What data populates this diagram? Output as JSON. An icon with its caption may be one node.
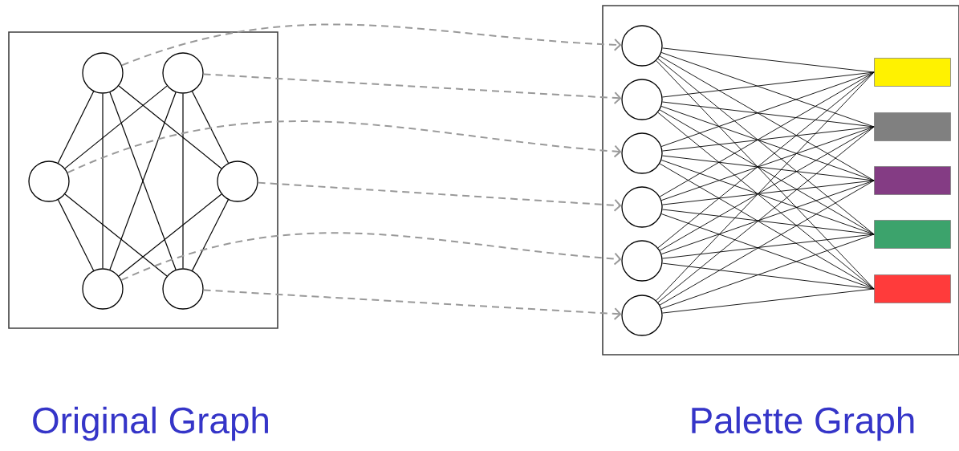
{
  "diagram": {
    "nodes": [
      {
        "text": [
          "Original Graph"
        ]
      },
      {
        "text": [],
        "shape": "circle",
        "in": 0
      },
      {
        "text": [],
        "shape": "circle",
        "in": 0
      },
      {
        "text": [],
        "shape": "circle",
        "in": 0
      },
      {
        "text": [],
        "shape": "circle",
        "in": 0
      },
      {
        "text": [],
        "shape": "circle",
        "in": 0
      },
      {
        "text": [],
        "shape": "circle",
        "in": 0
      },
      {
        "text": [
          "Palette Graph"
        ]
      },
      {
        "text": [],
        "shape": "circle",
        "in": 7
      },
      {
        "text": [],
        "shape": "circle",
        "in": 7
      },
      {
        "text": [],
        "shape": "circle",
        "in": 7
      },
      {
        "text": [],
        "shape": "circle",
        "in": 7
      },
      {
        "text": [],
        "shape": "circle",
        "in": 7
      },
      {
        "text": [],
        "shape": "circle",
        "in": 7
      },
      {
        "text": [],
        "shape": "box",
        "in": 7
      },
      {
        "text": [],
        "shape": "box",
        "in": 7
      },
      {
        "text": [],
        "shape": "box",
        "in": 7
      },
      {
        "text": [],
        "shape": "box",
        "in": 7
      },
      {
        "text": [],
        "shape": "box",
        "in": 7
      }
    ],
    "edges": [
      {
        "from": 1,
        "to": 3,
        "arrow": "none"
      },
      {
        "from": 1,
        "to": 4,
        "arrow": "none"
      },
      {
        "from": 1,
        "to": 5,
        "arrow": "none"
      },
      {
        "from": 1,
        "to": 6,
        "arrow": "none"
      },
      {
        "from": 2,
        "to": 3,
        "arrow": "none"
      },
      {
        "from": 2,
        "to": 4,
        "arrow": "none"
      },
      {
        "from": 2,
        "to": 5,
        "arrow": "none"
      },
      {
        "from": 2,
        "to": 6,
        "arrow": "none"
      },
      {
        "from": 3,
        "to": 5,
        "arrow": "none"
      },
      {
        "from": 3,
        "to": 6,
        "arrow": "none"
      },
      {
        "from": 4,
        "to": 5,
        "arrow": "none"
      },
      {
        "from": 4,
        "to": 6,
        "arrow": "none"
      },
      {
        "from": 1,
        "to": 8,
        "arrow": "to",
        "style": "dashed",
        "color": "#999999"
      },
      {
        "from": 2,
        "to": 9,
        "arrow": "to",
        "style": "dashed",
        "color": "#999999"
      },
      {
        "from": 3,
        "to": 10,
        "arrow": "to",
        "style": "dashed",
        "color": "#999999"
      },
      {
        "from": 4,
        "to": 11,
        "arrow": "to",
        "style": "dashed",
        "color": "#999999"
      },
      {
        "from": 5,
        "to": 12,
        "arrow": "to",
        "style": "dashed",
        "color": "#999999"
      },
      {
        "from": 6,
        "to": 13,
        "arrow": "to",
        "style": "dashed",
        "color": "#999999"
      },
      {
        "from": 8,
        "to": 14,
        "arrow": "none"
      },
      {
        "from": 8,
        "to": 15,
        "arrow": "none"
      },
      {
        "from": 8,
        "to": 16,
        "arrow": "none"
      },
      {
        "from": 8,
        "to": 17,
        "arrow": "none"
      },
      {
        "from": 8,
        "to": 18,
        "arrow": "none"
      },
      {
        "from": 9,
        "to": 14,
        "arrow": "none"
      },
      {
        "from": 9,
        "to": 15,
        "arrow": "none"
      },
      {
        "from": 9,
        "to": 16,
        "arrow": "none"
      },
      {
        "from": 9,
        "to": 17,
        "arrow": "none"
      },
      {
        "from": 9,
        "to": 18,
        "arrow": "none"
      },
      {
        "from": 10,
        "to": 14,
        "arrow": "none"
      },
      {
        "from": 10,
        "to": 15,
        "arrow": "none"
      },
      {
        "from": 10,
        "to": 16,
        "arrow": "none"
      },
      {
        "from": 10,
        "to": 17,
        "arrow": "none"
      },
      {
        "from": 10,
        "to": 18,
        "arrow": "none"
      },
      {
        "from": 11,
        "to": 14,
        "arrow": "none"
      },
      {
        "from": 11,
        "to": 15,
        "arrow": "none"
      },
      {
        "from": 11,
        "to": 16,
        "arrow": "none"
      },
      {
        "from": 11,
        "to": 17,
        "arrow": "none"
      },
      {
        "from": 11,
        "to": 18,
        "arrow": "none"
      },
      {
        "from": 12,
        "to": 14,
        "arrow": "none"
      },
      {
        "from": 12,
        "to": 15,
        "arrow": "none"
      },
      {
        "from": 12,
        "to": 16,
        "arrow": "none"
      },
      {
        "from": 12,
        "to": 17,
        "arrow": "none"
      },
      {
        "from": 12,
        "to": 18,
        "arrow": "none"
      },
      {
        "from": 13,
        "to": 14,
        "arrow": "none"
      },
      {
        "from": 13,
        "to": 15,
        "arrow": "none"
      },
      {
        "from": 13,
        "to": 16,
        "arrow": "none"
      },
      {
        "from": 13,
        "to": 17,
        "arrow": "none"
      },
      {
        "from": 13,
        "to": 18,
        "arrow": "none"
      }
    ]
  }
}
